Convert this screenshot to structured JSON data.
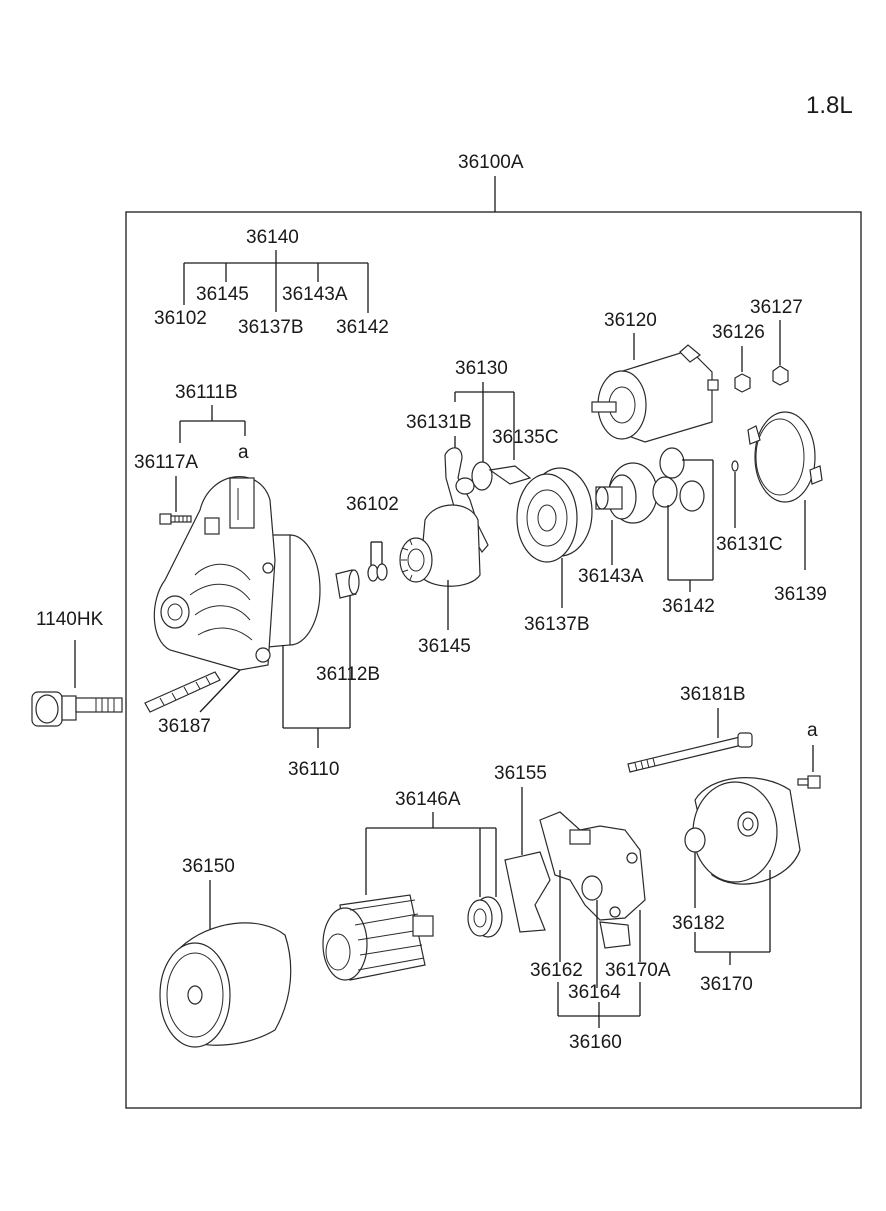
{
  "header": {
    "engine_label": "1.8L"
  },
  "assembly": {
    "main_label": "36100A"
  },
  "labels": {
    "l36140": "36140",
    "l36145a": "36145",
    "l36143A_a": "36143A",
    "l36102a": "36102",
    "l36137B_a": "36137B",
    "l36142a": "36142",
    "l36111B": "36111B",
    "l36117A": "36117A",
    "l_a1": "a",
    "l36130": "36130",
    "l36131B": "36131B",
    "l36135C": "36135C",
    "l36120": "36120",
    "l36126": "36126",
    "l36127": "36127",
    "l36102b": "36102",
    "l36145b": "36145",
    "l36137B_b": "36137B",
    "l36143A_b": "36143A",
    "l36142b": "36142",
    "l36131C": "36131C",
    "l36139": "36139",
    "l1140HK": "1140HK",
    "l36112B": "36112B",
    "l36187": "36187",
    "l36110": "36110",
    "l36181B": "36181B",
    "l_a2": "a",
    "l36155": "36155",
    "l36146A": "36146A",
    "l36150": "36150",
    "l36182": "36182",
    "l36170": "36170",
    "l36162": "36162",
    "l36170A": "36170A",
    "l36164": "36164",
    "l36160": "36160"
  },
  "parts": [
    {
      "id": "starter-housing",
      "icon": "starter-housing-icon"
    },
    {
      "id": "solenoid",
      "icon": "solenoid-icon"
    },
    {
      "id": "yoke",
      "icon": "yoke-icon"
    },
    {
      "id": "armature",
      "icon": "armature-icon"
    },
    {
      "id": "brush-holder",
      "icon": "brush-holder-icon"
    },
    {
      "id": "rear-cover",
      "icon": "rear-cover-icon"
    }
  ]
}
